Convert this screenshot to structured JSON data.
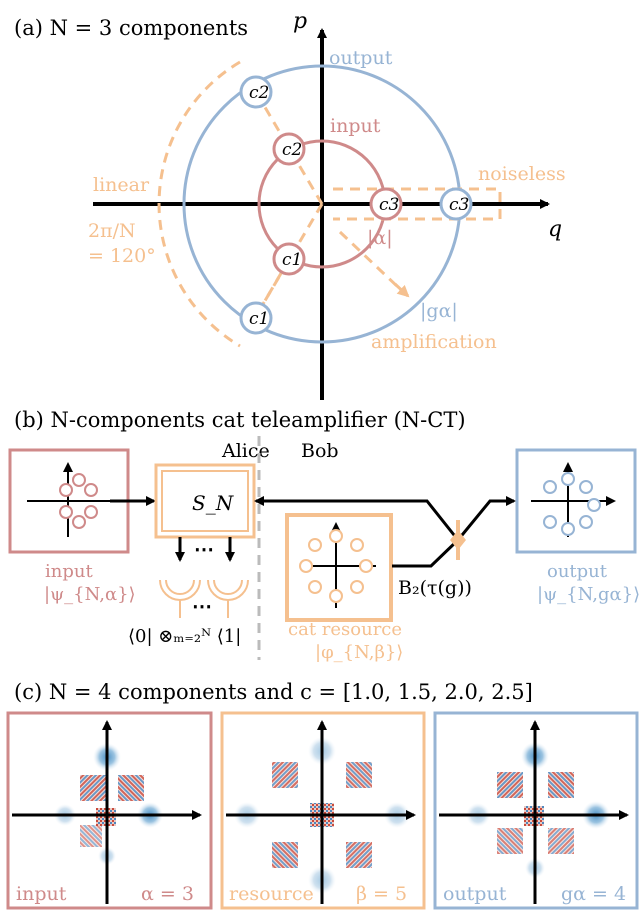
{
  "colors": {
    "red": "#cf8a8a",
    "blue": "#97b4d4",
    "orange": "#f5c08f",
    "black": "#000000",
    "gray": "#bbbbbb"
  },
  "panel_a": {
    "label": "(a) N = 3 components",
    "axis_p": "p",
    "axis_q": "q",
    "output": "output",
    "input": "input",
    "noiseless": "noiseless",
    "linear": "linear",
    "angle_line1": "2π/N",
    "angle_line2": "= 120°",
    "alpha": "|α|",
    "galpha": "|gα|",
    "amplification": "amplification",
    "c1": "c1",
    "c2": "c2",
    "c3": "c3"
  },
  "panel_b": {
    "label": "(b) N-components cat teleamplifier (N-CT)",
    "alice": "Alice",
    "bob": "Bob",
    "sn": "S_N",
    "input": "input",
    "input_state": "|ψ_{N,α}⟩",
    "output": "output",
    "output_state": "|ψ_{N,gα}⟩",
    "resource": "cat resource",
    "resource_state": "|φ_{N,β}⟩",
    "beamsplitter": "B₂(τ(g))",
    "projection": "⟨0| ⊗ₘ₌₂ᴺ ⟨1|"
  },
  "panel_c": {
    "label": "(c) N = 4 components and c = [1.0, 1.5, 2.0, 2.5]",
    "input": "input",
    "alpha_val": "α = 3",
    "resource": "resource",
    "beta_val": "β = 5",
    "output": "output",
    "galpha_val": "gα = 4"
  }
}
